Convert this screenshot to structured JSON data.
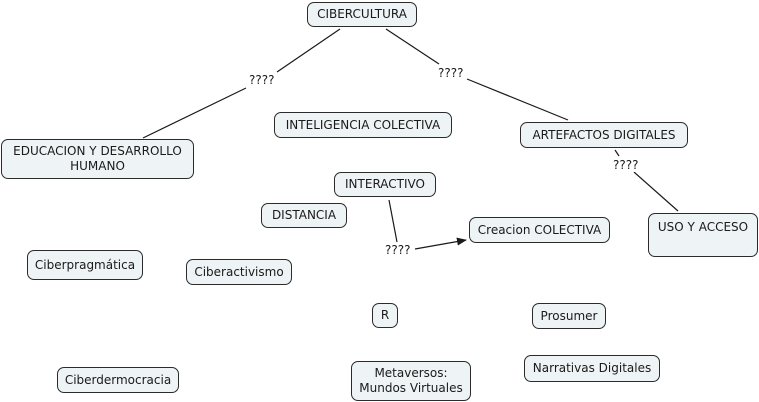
{
  "concept_map": {
    "nodes": {
      "cibercultura": "CIBERCULTURA",
      "educacion": "EDUCACION Y DESARROLLO\nHUMANO",
      "inteligencia": "INTELIGENCIA COLECTIVA",
      "artefactos": "ARTEFACTOS DIGITALES",
      "interactivo": "INTERACTIVO",
      "distancia": "DISTANCIA",
      "creacion": "Creacion COLECTIVA",
      "uso": "USO Y ACCESO",
      "ciberpragmatica": "Ciberpragmática",
      "ciberactivismo": "Ciberactivismo",
      "r": "R",
      "prosumer": "Prosumer",
      "ciberdemocracia": "Ciberdermocracia",
      "metaversos": "Metaversos:\nMundos Virtuales",
      "narrativas": "Narrativas Digitales"
    },
    "link_labels": {
      "cib_edu": "????",
      "cib_art": "????",
      "art_uso": "????",
      "int_cre": "????"
    },
    "colors": {
      "node_fill": "#eef3f5",
      "border": "#2b2b2b",
      "line": "#1a1a1a"
    }
  }
}
